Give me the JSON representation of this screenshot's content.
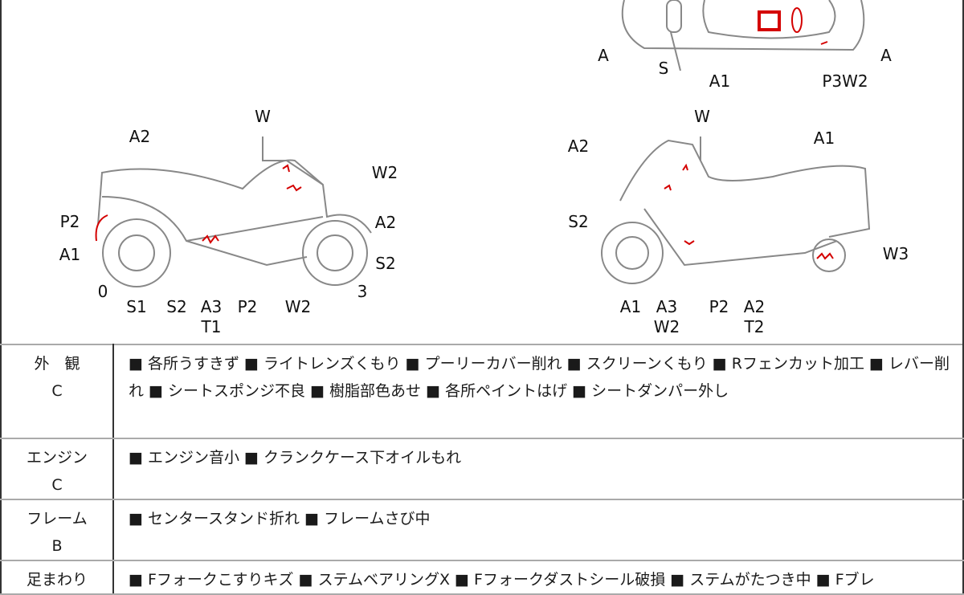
{
  "top_view_labels": [
    "A",
    "S",
    "A1",
    "A",
    "P3W2"
  ],
  "left_view_labels": [
    "W",
    "A2",
    "W2",
    "P2",
    "A2",
    "A1",
    "S2",
    "0",
    "3",
    "S1",
    "S2",
    "A3",
    "T1",
    "P2",
    "W2"
  ],
  "right_view_labels": [
    "W",
    "A2",
    "A1",
    "S2",
    "W3",
    "A1",
    "A3",
    "W2",
    "P2",
    "A2",
    "T2"
  ],
  "colors": {
    "damage": "#d40000",
    "line": "#777777"
  },
  "rows": [
    {
      "category": "外　観",
      "grade": "C",
      "items": "■ 各所うすきず ■ ライトレンズくもり ■ プーリーカバー削れ ■ スクリーンくもり ■ Rフェンカット加工 ■ レバー削れ ■ シートスポンジ不良 ■ 樹脂部色あせ ■ 各所ペイントはげ ■ シートダンパー外し"
    },
    {
      "category": "エンジン",
      "grade": "C",
      "items": "■ エンジン音小 ■ クランクケース下オイルもれ"
    },
    {
      "category": "フレーム",
      "grade": "B",
      "items": "■ センタースタンド折れ ■ フレームさび中"
    },
    {
      "category": "足まわり",
      "grade": "",
      "items": "■ Fフォークこすりキズ ■ ステムベアリングX ■ Fフォークダストシール破損 ■ ステムがたつき中 ■ Fブレ"
    }
  ]
}
